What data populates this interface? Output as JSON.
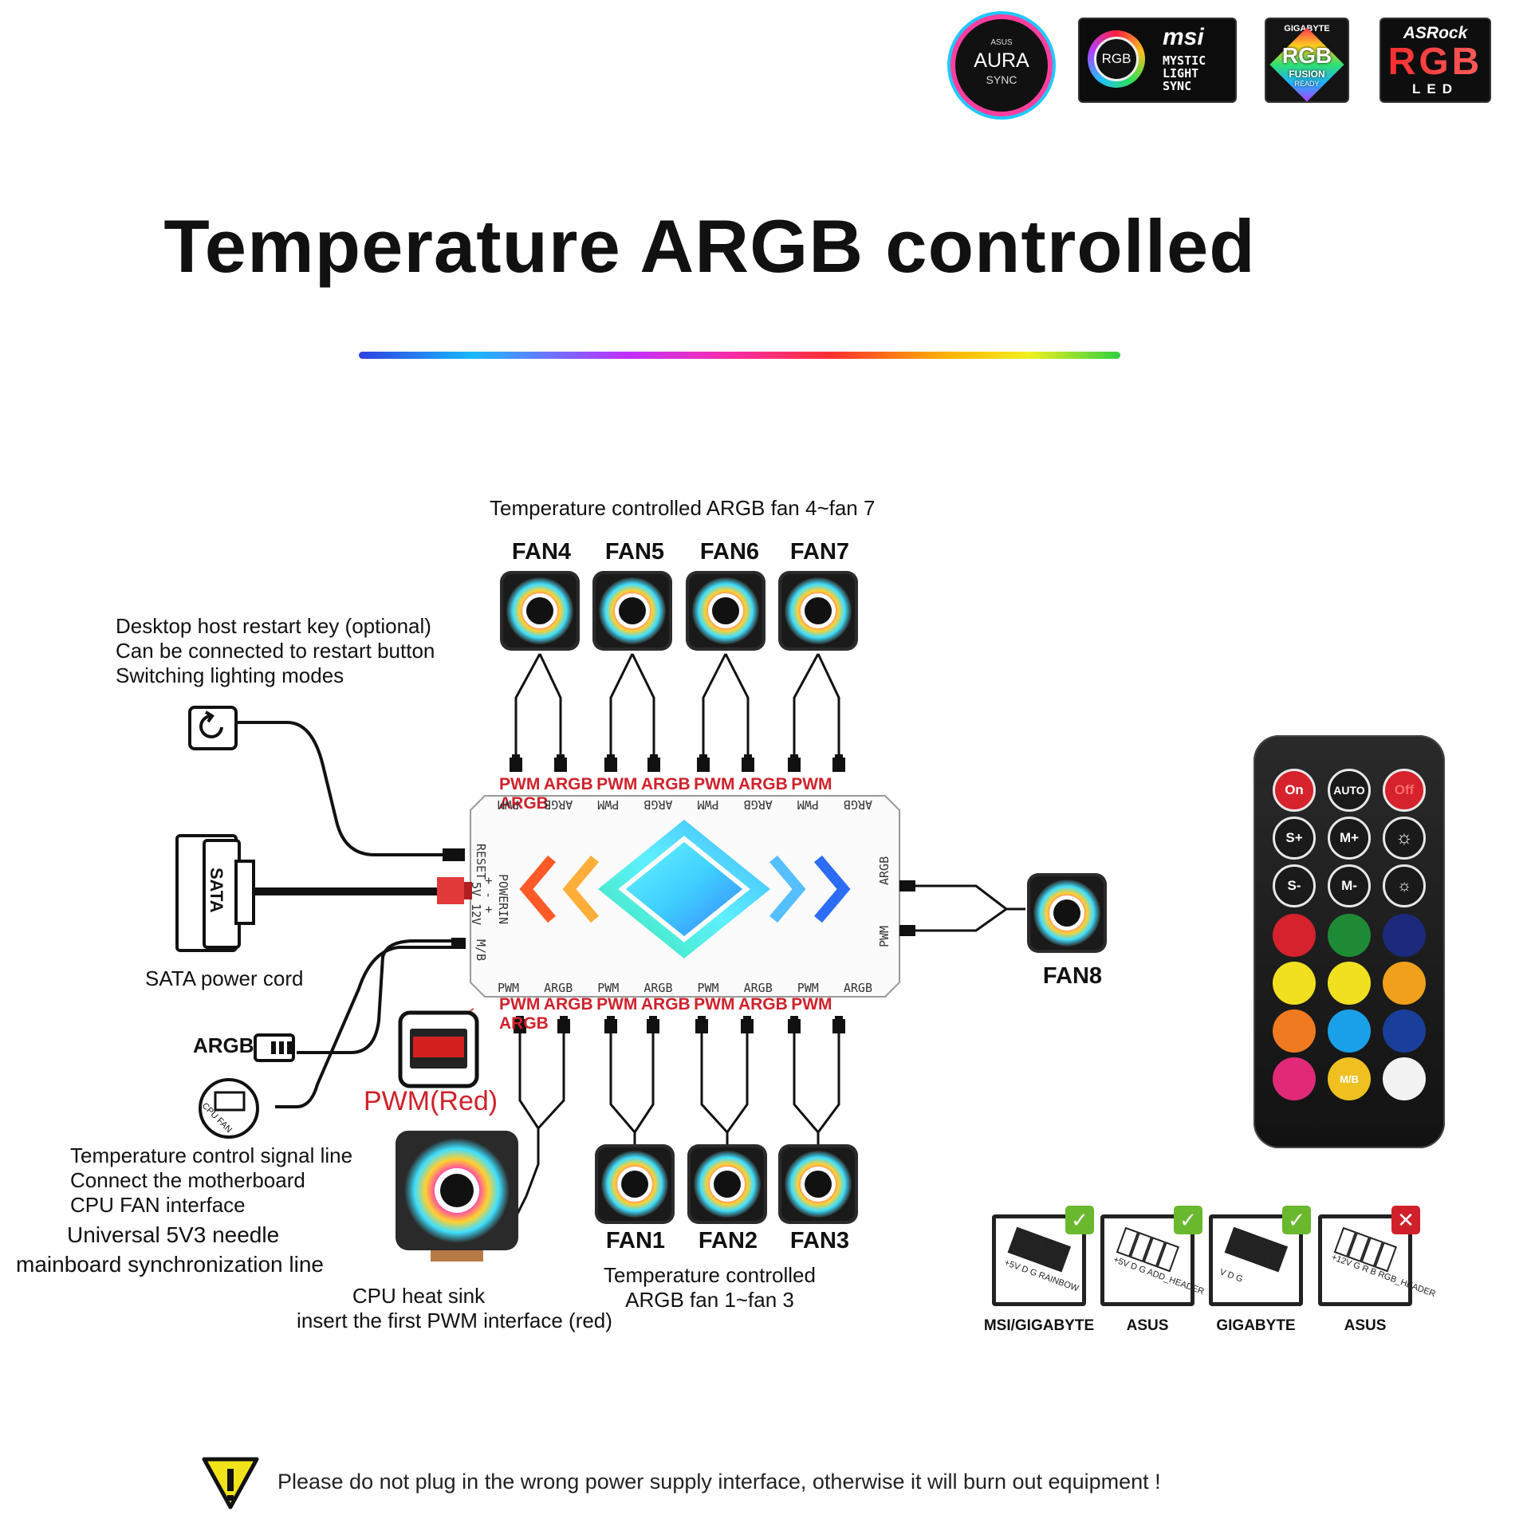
{
  "logos": {
    "asus": {
      "brand": "ASUS",
      "line1": "AURA",
      "line2": "SYNC"
    },
    "msi": {
      "brand": "msi",
      "rgb": "RGB",
      "line1": "MYSTIC",
      "line2": "LIGHT",
      "line3": "SYNC"
    },
    "gigabyte": {
      "brand": "GIGABYTE",
      "line1": "RGB",
      "line2": "FUSION",
      "line3": "READY"
    },
    "asrock": {
      "brand": "ASRock",
      "line1": "RGB",
      "line2": "LED"
    }
  },
  "title": "Temperature ARGB controlled",
  "labels": {
    "top_fans_caption": "Temperature controlled ARGB fan 4~fan 7",
    "restart_line1": "Desktop host restart key (optional)",
    "restart_line2": "Can be connected to restart button",
    "restart_line3": "Switching lighting modes",
    "sata_caption": "SATA power cord",
    "sata_plug_text": "SATA",
    "argb_caption": "ARGB",
    "pwm_red": "PWM(Red)",
    "cpu_fan_plug": "CPU FAN",
    "signal_line1": "Temperature control signal line",
    "signal_line2": "Connect the motherboard",
    "signal_line3": "CPU FAN interface",
    "universal_line1": "Universal 5V3 needle",
    "universal_line2": "mainboard synchronization line",
    "cpu_sink_line1": "CPU heat sink",
    "cpu_sink_line2": "insert the first PWM interface (red)",
    "bottom_fans_line1": "Temperature controlled",
    "bottom_fans_line2": "ARGB fan 1~fan 3"
  },
  "fans_top": [
    "FAN4",
    "FAN5",
    "FAN6",
    "FAN7"
  ],
  "fans_bottom": [
    "FAN1",
    "FAN2",
    "FAN3"
  ],
  "fan_right": "FAN8",
  "ports": {
    "pwm": "PWM",
    "argb": "ARGB"
  },
  "hub": {
    "reset": "RESET",
    "power_in": "POWERIN",
    "power_marks": "+ - +",
    "volts": "5V 12V",
    "mb": "M/B",
    "side_argb": "ARGB",
    "side_pwm": "PWM"
  },
  "remote": {
    "on": "On",
    "auto": "AUTO",
    "off": "Off",
    "s_plus": "S+",
    "m_plus": "M+",
    "s_minus": "S-",
    "m_minus": "M-",
    "mb": "M/B",
    "colors": [
      "#d5222c",
      "#1f8a36",
      "#1b2a7a",
      "#f0e020",
      "#f0e020",
      "#f0a01a",
      "#f07a20",
      "#1aa0e8",
      "#1a3f9a",
      "#e02a78",
      "#f0c020",
      "#f2f2f2"
    ]
  },
  "compatibility": [
    {
      "label": "MSI/GIGABYTE",
      "status": "supported",
      "header": "+5V D G  RAINBOW"
    },
    {
      "label": "ASUS",
      "status": "supported",
      "header": "+5V D G  ADD_HEADER"
    },
    {
      "label": "GIGABYTE",
      "status": "supported",
      "header": "V D G"
    },
    {
      "label": "ASUS",
      "status": "unsupported",
      "header": "+12V G R B  RGB_HEADER"
    }
  ],
  "warning": "Please do not plug in the wrong power supply interface, otherwise it will burn out equipment !",
  "colors": {
    "port_red": "#d0212b",
    "check_green": "#6ab82e",
    "cross_red": "#d0212b"
  }
}
